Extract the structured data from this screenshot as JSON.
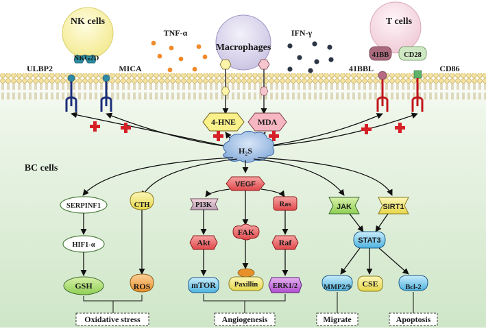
{
  "cells": {
    "nk": "NK cells",
    "t": "T cells",
    "macrophages": "Macrophages",
    "bc": "BC cells"
  },
  "cytokines": {
    "tnf": "TNF-α",
    "ifn": "IFN-γ"
  },
  "receptors": {
    "nkg2d": "NKG2D",
    "ulbp2": "ULBP2",
    "mica": "MICA",
    "r41bb": "41BB",
    "cd28": "CD28",
    "r41bbl": "41BBL",
    "cd86": "CD86"
  },
  "mediators": {
    "hne": "4-HNE",
    "mda": "MDA",
    "h2s_main": "H",
    "h2s_sub": "2",
    "h2s_end": "S"
  },
  "pathways": {
    "serpinf1": "SERPINF1",
    "hif1a": "HIF1-α",
    "gsh": "GSH",
    "cth": "CTH",
    "ros": "ROS",
    "vegf": "VEGF",
    "pi3k": "PI3K",
    "akt": "Akt",
    "mtor": "mTOR",
    "fak": "FAK",
    "paxillin": "Paxillin",
    "ras": "Ras",
    "raf": "Raf",
    "erk": "ERK1/2",
    "jak": "JAK",
    "sirt1": "SIRT1",
    "stat3": "STAT3",
    "mmp": "MMP2/9",
    "cse": "CSE",
    "bcl2": "Bcl-2"
  },
  "outcomes": {
    "oxidative": "Oxidative stress",
    "angiogenesis": "Angiogenesis",
    "migrate": "Migrate",
    "apoptosis": "Apoptosis"
  },
  "colors": {
    "background_top": "#ffffff",
    "background_bottom": "#cfe6c8",
    "membrane_head": "#f3e2a0",
    "cell_fill": "#f7f2b4",
    "tcell_fill": "#f6dfe6",
    "macrophage_fill": "#dcd7ee",
    "h2s_fill": "#8fb3df",
    "receptor_blue": "#1a2d7a",
    "receptor_red": "#c0151b",
    "red_cross": "#d62027",
    "tnf_dot": "#f08a2a",
    "ifn_dot": "#2b3546"
  }
}
